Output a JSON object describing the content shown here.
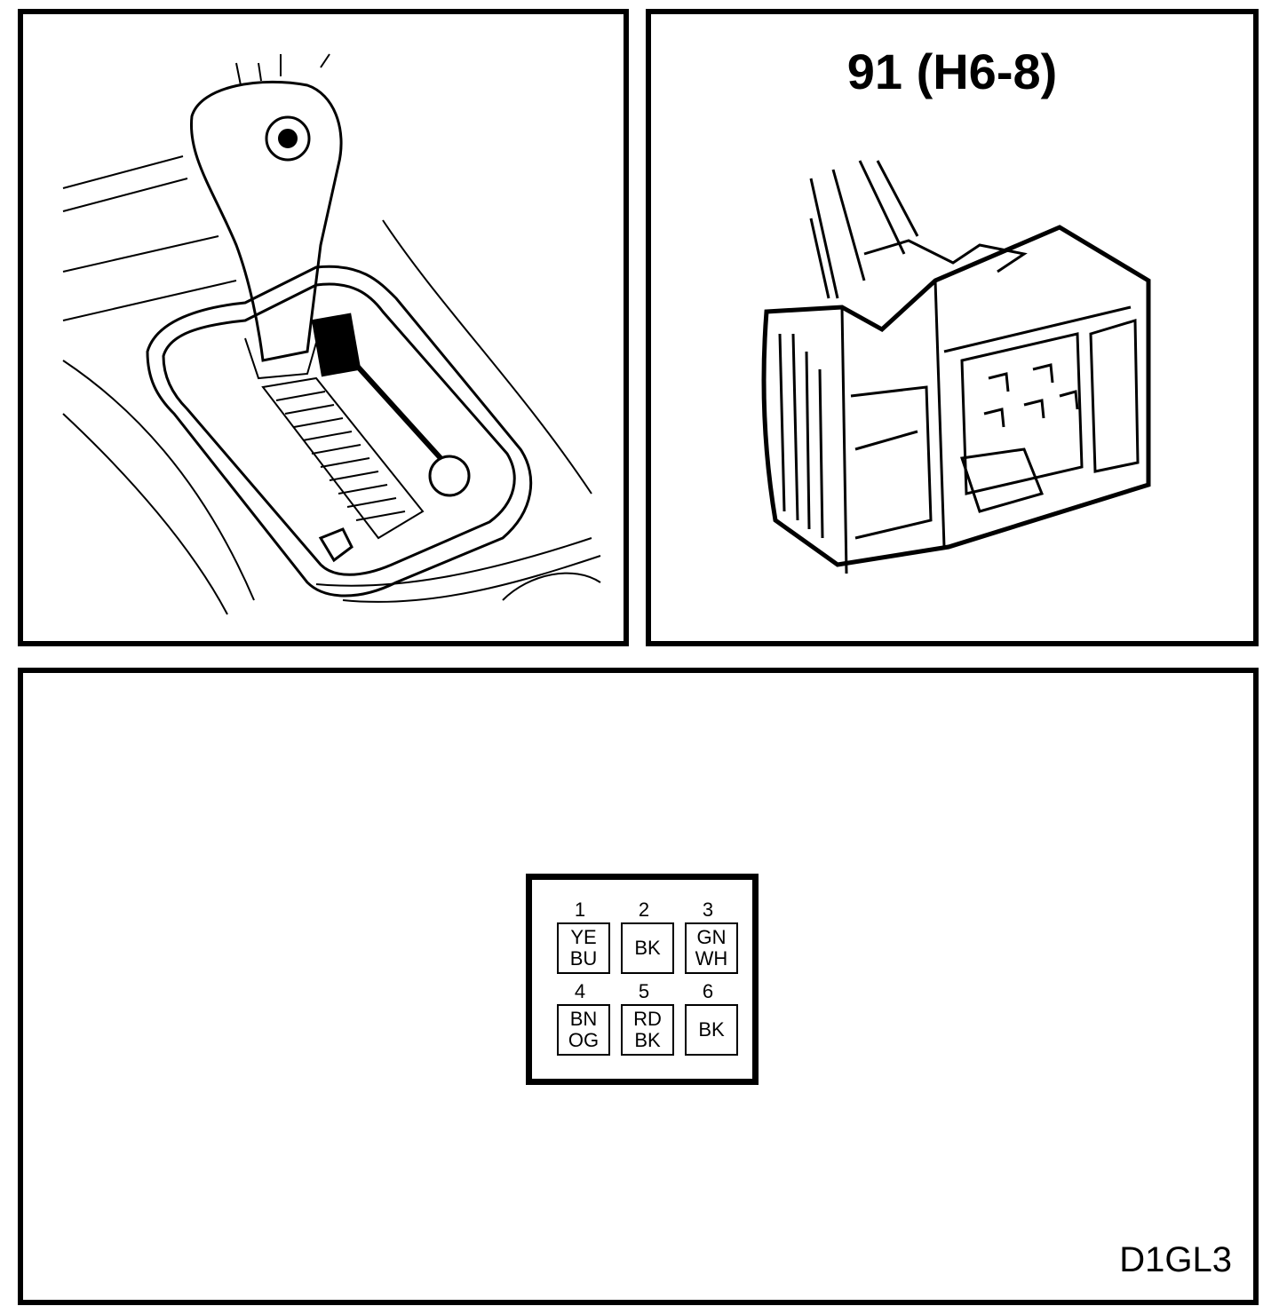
{
  "connector": {
    "title": "91 (H6-8)"
  },
  "pinout": {
    "pins": [
      {
        "number": "1",
        "colors": [
          "YE",
          "BU"
        ]
      },
      {
        "number": "2",
        "colors": [
          "BK"
        ]
      },
      {
        "number": "3",
        "colors": [
          "GN",
          "WH"
        ]
      },
      {
        "number": "4",
        "colors": [
          "BN",
          "OG"
        ]
      },
      {
        "number": "5",
        "colors": [
          "RD",
          "BK"
        ]
      },
      {
        "number": "6",
        "colors": [
          "BK"
        ]
      }
    ]
  },
  "diagram_code": "D1GL3"
}
